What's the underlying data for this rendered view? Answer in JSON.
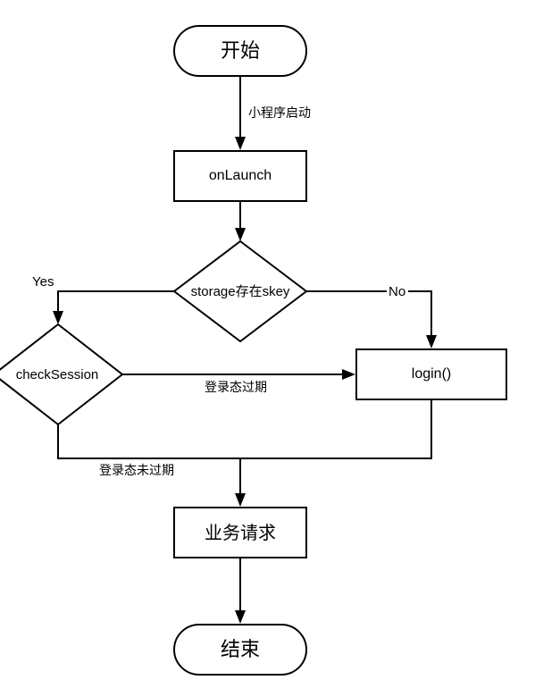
{
  "nodes": {
    "start": "开始",
    "onlaunch": "onLaunch",
    "storage_check": "storage存在skey",
    "check_session": "checkSession",
    "login": "login()",
    "business": "业务请求",
    "end": "结束"
  },
  "edges": {
    "start_to_onlaunch": "小程序启动",
    "yes": "Yes",
    "no": "No",
    "expired": "登录态过期",
    "not_expired": "登录态未过期"
  }
}
